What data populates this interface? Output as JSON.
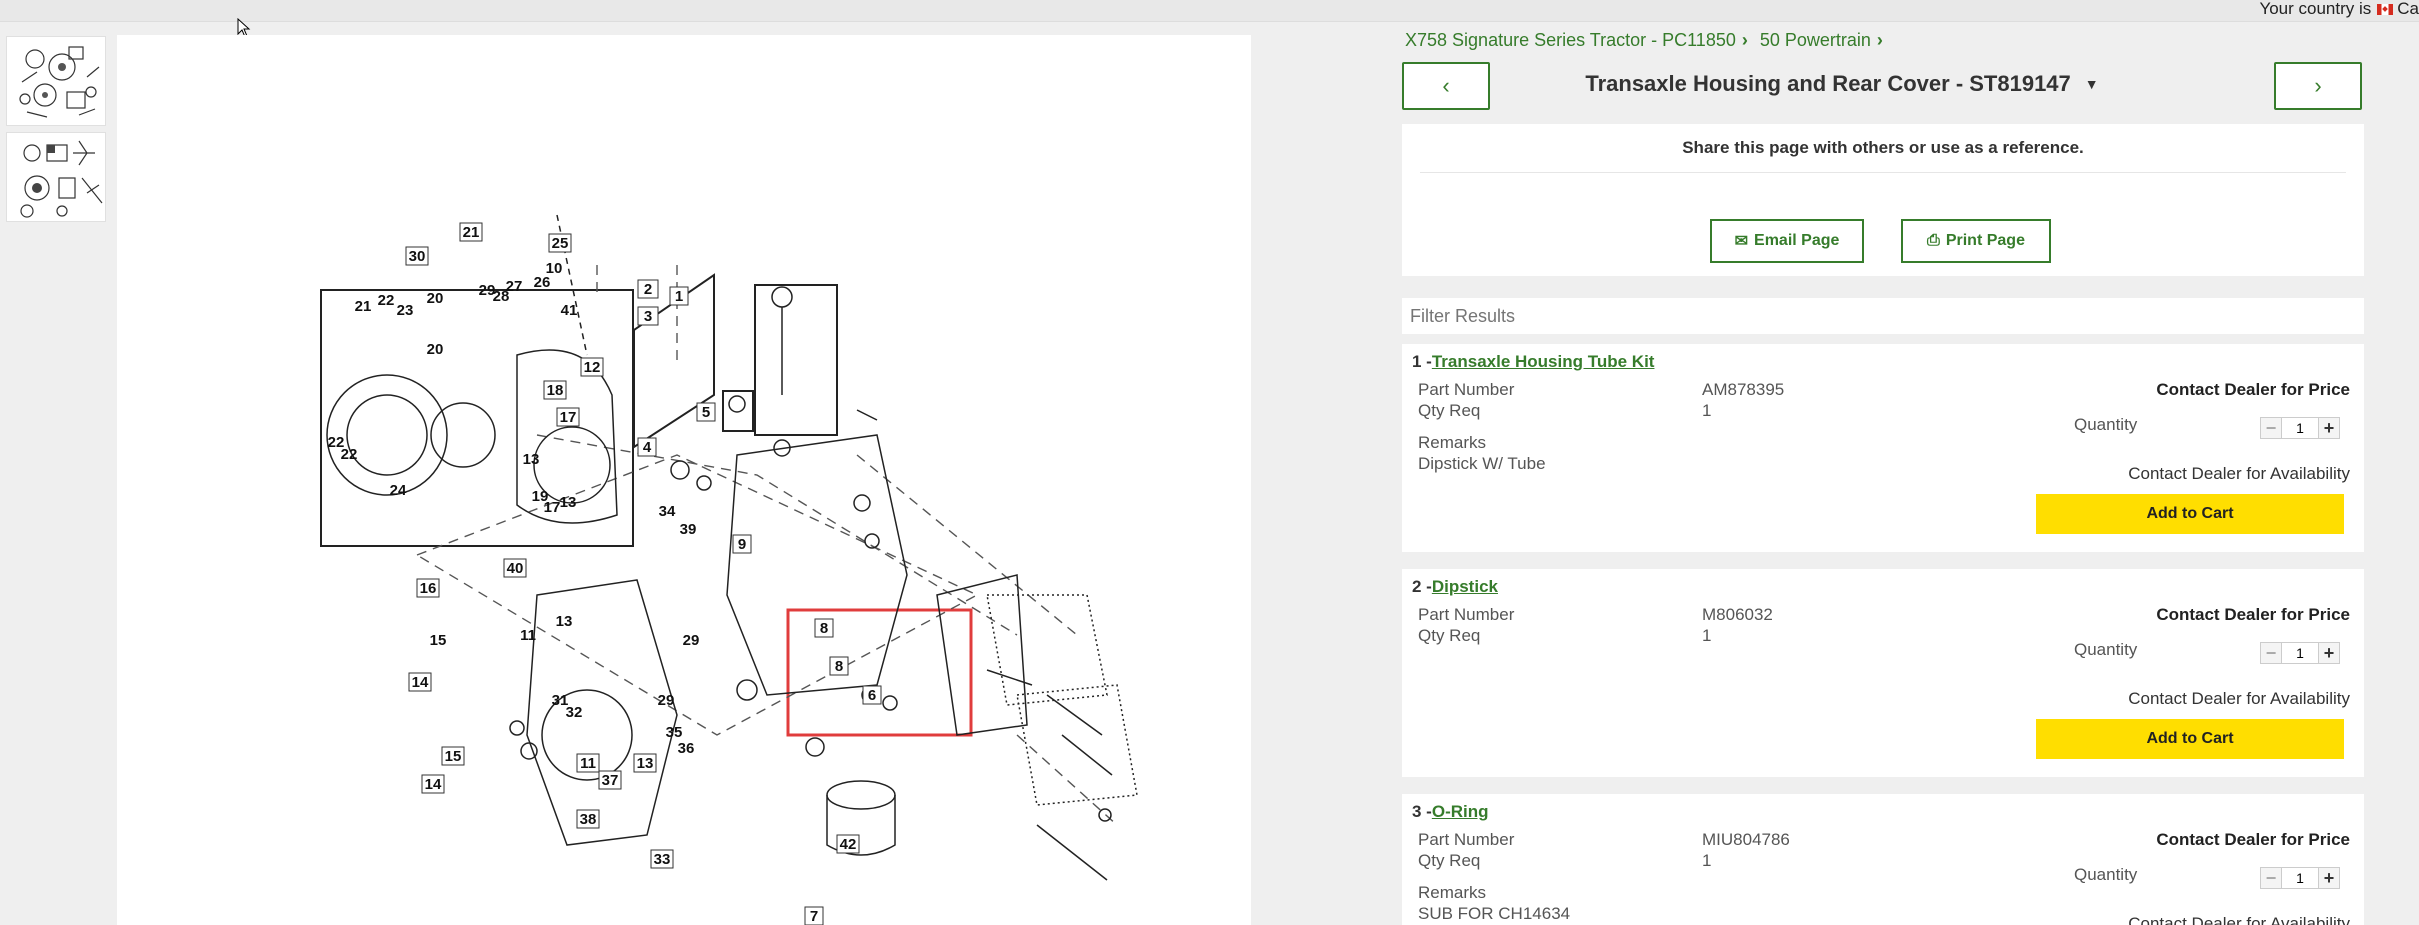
{
  "topbar": {
    "country_text": "Your country is",
    "country_abbr": "Ca"
  },
  "breadcrumb": {
    "item1": "X758 Signature Series Tractor - PC11850",
    "item2": "50 Powertrain"
  },
  "nav": {
    "prev": "‹",
    "next": "›"
  },
  "page_title": "Transaxle Housing and Rear Cover - ST819147",
  "share": {
    "text": "Share this page with others or use as a reference.",
    "email_label": "Email Page",
    "print_label": "Print Page"
  },
  "filter": {
    "placeholder": "Filter Results"
  },
  "labels": {
    "part_number": "Part Number",
    "qty_req": "Qty Req",
    "remarks": "Remarks",
    "quantity": "Quantity",
    "price": "Contact Dealer for Price",
    "availability": "Contact Dealer for Availability",
    "add_to_cart": "Add to Cart"
  },
  "parts": [
    {
      "index": "1 -",
      "name": "Transaxle Housing Tube Kit",
      "part_number": "AM878395",
      "qty_req": "1",
      "remarks": "Dipstick W/ Tube",
      "quantity": "1"
    },
    {
      "index": "2 -",
      "name": "Dipstick",
      "part_number": "M806032",
      "qty_req": "1",
      "quantity": "1"
    },
    {
      "index": "3 -",
      "name": "O-Ring",
      "part_number": "MIU804786",
      "qty_req": "1",
      "remarks": "SUB FOR CH14634",
      "quantity": "1"
    }
  ],
  "diagram_callouts": [
    "21",
    "25",
    "30",
    "10",
    "26",
    "27",
    "29",
    "28",
    "41",
    "2",
    "3",
    "1",
    "20",
    "22",
    "23",
    "21",
    "20",
    "12",
    "18",
    "17",
    "5",
    "4",
    "22",
    "22",
    "24",
    "13",
    "19",
    "17",
    "13",
    "34",
    "39",
    "9",
    "16",
    "40",
    "11",
    "13",
    "15",
    "29",
    "8",
    "14",
    "31",
    "32",
    "29",
    "8",
    "6",
    "35",
    "36",
    "14",
    "15",
    "11",
    "37",
    "13",
    "38",
    "33",
    "42",
    "7"
  ],
  "icons": {
    "thumb1": "parts-diagram-thumbnail-icon",
    "thumb2": "parts-diagram-thumbnail-icon"
  },
  "colors": {
    "brand_green": "#367c2b",
    "cart_yellow": "#ffde00",
    "highlight_red": "#e03c3c"
  }
}
